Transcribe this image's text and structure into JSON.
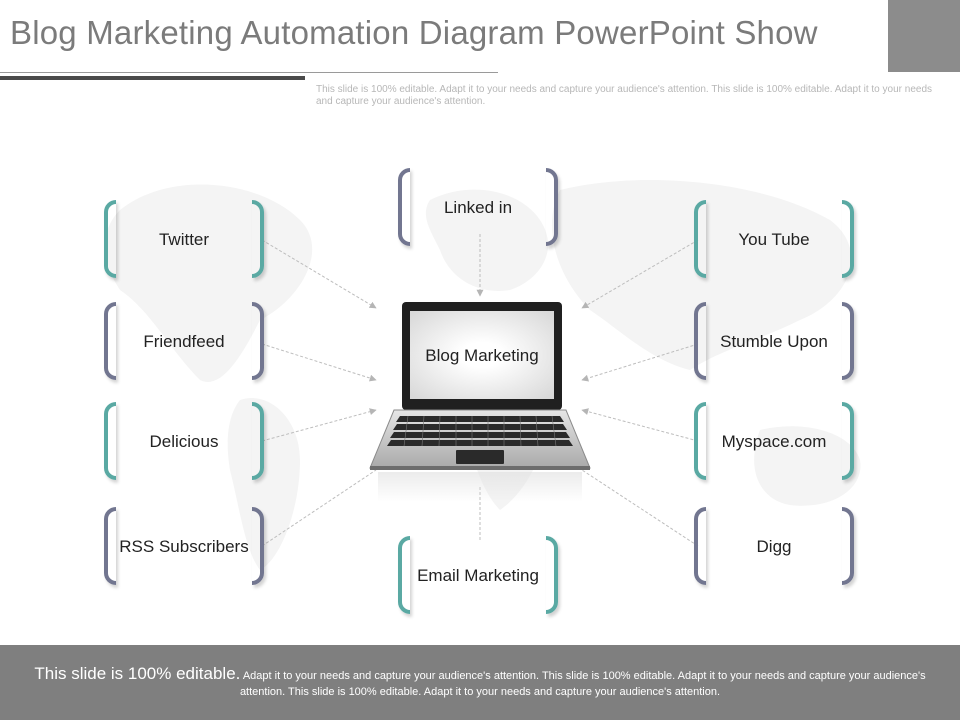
{
  "title": "Blog Marketing Automation Diagram PowerPoint Show",
  "subtitle": "This slide is 100% editable. Adapt it to your needs and capture your audience's attention. This slide is 100% editable. Adapt it to your needs and capture your audience's attention.",
  "center": {
    "label": "Blog Marketing"
  },
  "nodes": {
    "linkedin": "Linked in",
    "twitter": "Twitter",
    "friendfeed": "Friendfeed",
    "delicious": "Delicious",
    "rss": "RSS Subscribers",
    "email": "Email Marketing",
    "youtube": "You Tube",
    "stumbleupon": "Stumble Upon",
    "myspace": "Myspace.com",
    "digg": "Digg"
  },
  "footer": {
    "lead": "This slide is 100% editable.",
    "body": " Adapt it to your needs and capture your audience's attention. This slide is 100% editable. Adapt it to your needs and capture your audience's attention. This slide is 100% editable. Adapt it to your needs and capture your audience's attention."
  },
  "colors": {
    "teal": "#5aa9a3",
    "slate": "#727690",
    "footer": "#7f7f7f",
    "corner": "#8c8c8c"
  }
}
